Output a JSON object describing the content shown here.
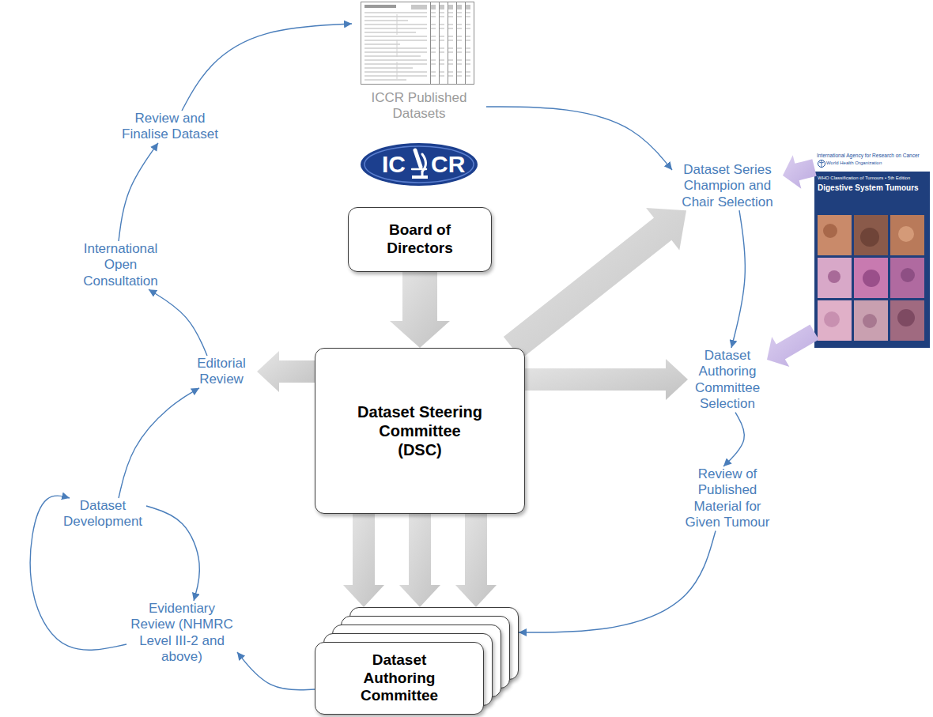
{
  "diagram": {
    "nodes": [
      {
        "text": [
          "ICCR Published Datasets"
        ]
      },
      {
        "text": [
          "IC",
          "CR"
        ]
      },
      {
        "text": [
          "Board of Directors"
        ]
      },
      {
        "text": [
          "Dataset Steering Committee (DSC)"
        ]
      },
      {
        "text": [
          "Dataset Series Champion and Chair Selection"
        ]
      },
      {
        "text": [
          "International Agency for Research on Cancer",
          "World Health Organization",
          "WHO Classification of Tumours • 5th Edition",
          "Digestive System Tumours"
        ]
      },
      {
        "text": [
          "Dataset Authoring Committee Selection"
        ]
      },
      {
        "text": [
          "Review of Published Material for Given Tumour"
        ]
      },
      {
        "text": [
          "Dataset Authoring Committee"
        ]
      },
      {
        "text": [
          "Evidentiary Review (NHMRC Level III-2 and above)"
        ]
      },
      {
        "text": [
          "Dataset Development"
        ]
      },
      {
        "text": [
          "Editorial Review"
        ]
      },
      {
        "text": [
          "International Open Consultation"
        ]
      },
      {
        "text": [
          "Review and Finalise Dataset"
        ]
      }
    ],
    "edges": [
      {
        "from": 13,
        "to": 0,
        "arrow": "to"
      },
      {
        "from": 0,
        "to": 4,
        "arrow": "to"
      },
      {
        "from": 4,
        "to": 6,
        "arrow": "to"
      },
      {
        "from": 6,
        "to": 7,
        "arrow": "to"
      },
      {
        "from": 7,
        "to": 8,
        "arrow": "to"
      },
      {
        "from": 8,
        "to": 9,
        "arrow": "to"
      },
      {
        "from": 9,
        "to": 10,
        "arrow": "to"
      },
      {
        "from": 10,
        "to": 9,
        "arrow": "to"
      },
      {
        "from": 10,
        "to": 11,
        "arrow": "to"
      },
      {
        "from": 11,
        "to": 12,
        "arrow": "to"
      },
      {
        "from": 12,
        "to": 13,
        "arrow": "to"
      },
      {
        "from": 2,
        "to": 3,
        "arrow": "to"
      },
      {
        "from": 3,
        "to": 11,
        "arrow": "to"
      },
      {
        "from": 3,
        "to": 4,
        "arrow": "to"
      },
      {
        "from": 3,
        "to": 6,
        "arrow": "to"
      },
      {
        "from": 3,
        "to": 8,
        "arrow": "to"
      },
      {
        "from": 3,
        "to": 8,
        "arrow": "to"
      },
      {
        "from": 3,
        "to": 8,
        "arrow": "to"
      },
      {
        "from": 5,
        "to": 4,
        "arrow": "to"
      },
      {
        "from": 5,
        "to": 6,
        "arrow": "to"
      }
    ]
  }
}
